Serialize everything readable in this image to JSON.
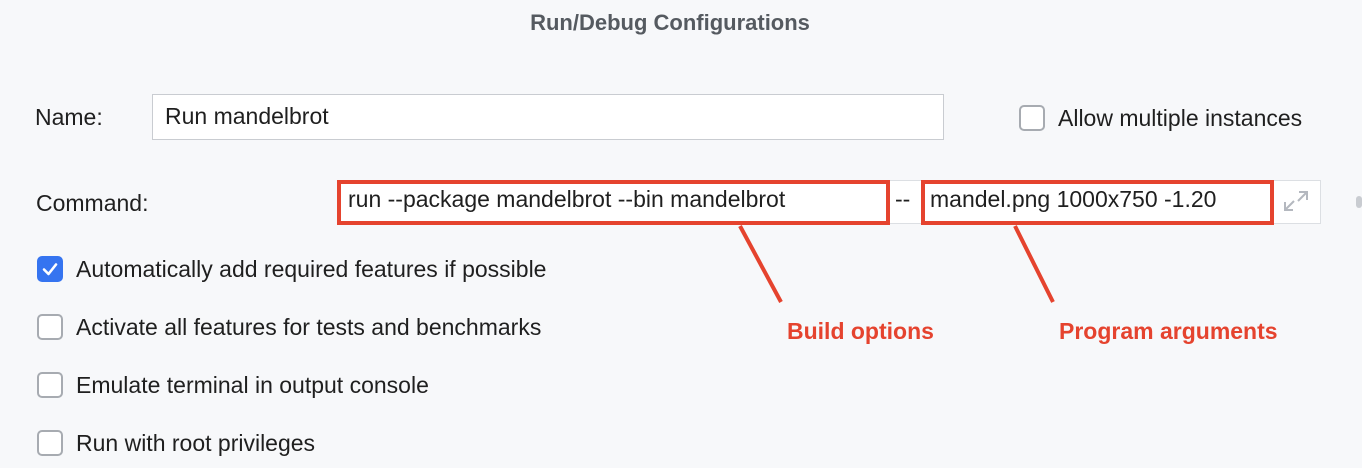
{
  "window": {
    "title": "Run/Debug Configurations"
  },
  "name": {
    "label": "Name:",
    "value": "Run mandelbrot"
  },
  "allow_multiple": {
    "label": "Allow multiple instances",
    "checked": false
  },
  "command": {
    "label": "Command:",
    "build_part": "run --package mandelbrot --bin mandelbrot",
    "separator": "--",
    "args_part": "mandel.png 1000x750 -1.20"
  },
  "options": [
    {
      "label": "Automatically add required features if possible",
      "checked": true
    },
    {
      "label": "Activate all features for tests and benchmarks",
      "checked": false
    },
    {
      "label": "Emulate terminal in output console",
      "checked": false
    },
    {
      "label": "Run with root privileges",
      "checked": false
    }
  ],
  "annotations": {
    "build": "Build options",
    "program": "Program arguments"
  },
  "colors": {
    "accent": "#3574f0",
    "annotation": "#e5432e"
  }
}
